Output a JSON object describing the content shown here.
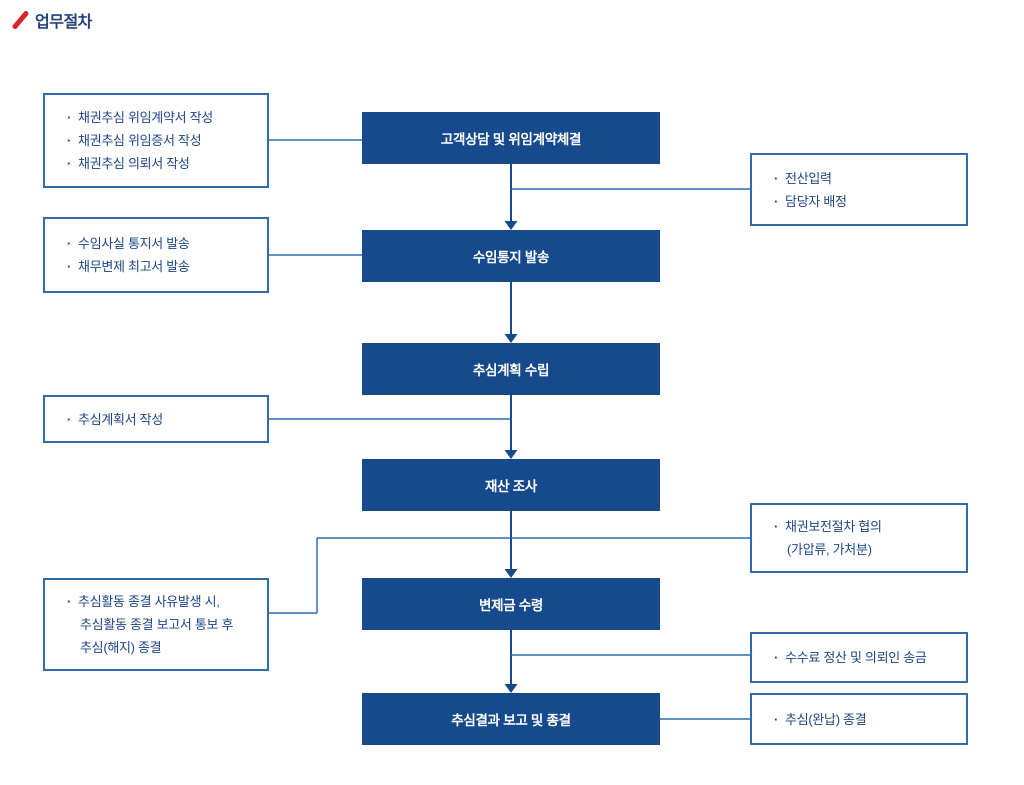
{
  "page": {
    "title": "업무절차"
  },
  "flow": {
    "steps": [
      {
        "label": "고객상담 및 위임계약체결"
      },
      {
        "label": "수임통지 발송"
      },
      {
        "label": "추심계획 수립"
      },
      {
        "label": "재산 조사"
      },
      {
        "label": "변제금 수령"
      },
      {
        "label": "추심결과 보고 및 종결"
      }
    ]
  },
  "notes": {
    "left": [
      [
        "채권추심 위임계약서 작성",
        "채권추심 위임증서 작성",
        "채권추심 의뢰서 작성"
      ],
      [
        "수임사실 통지서 발송",
        "채무변제 최고서 발송"
      ],
      [
        "추심계획서 작성"
      ],
      [
        "추심활동 종결 사유발생 시,",
        "추심활동 종결 보고서 통보 후",
        "추심(해지) 종결"
      ]
    ],
    "right": [
      [
        "전산입력",
        "담당자 배정"
      ],
      [
        "채권보전절차 협의",
        "(가압류, 가처분)"
      ],
      [
        "수수료 정산 및 의뢰인 송금"
      ],
      [
        "추심(완납) 종결"
      ]
    ]
  },
  "colors": {
    "step_fill": "#164a8c",
    "note_border": "#2e6cac",
    "note_text": "#1e4687",
    "title_text": "#25427d",
    "accent_red": "#d8262e"
  }
}
